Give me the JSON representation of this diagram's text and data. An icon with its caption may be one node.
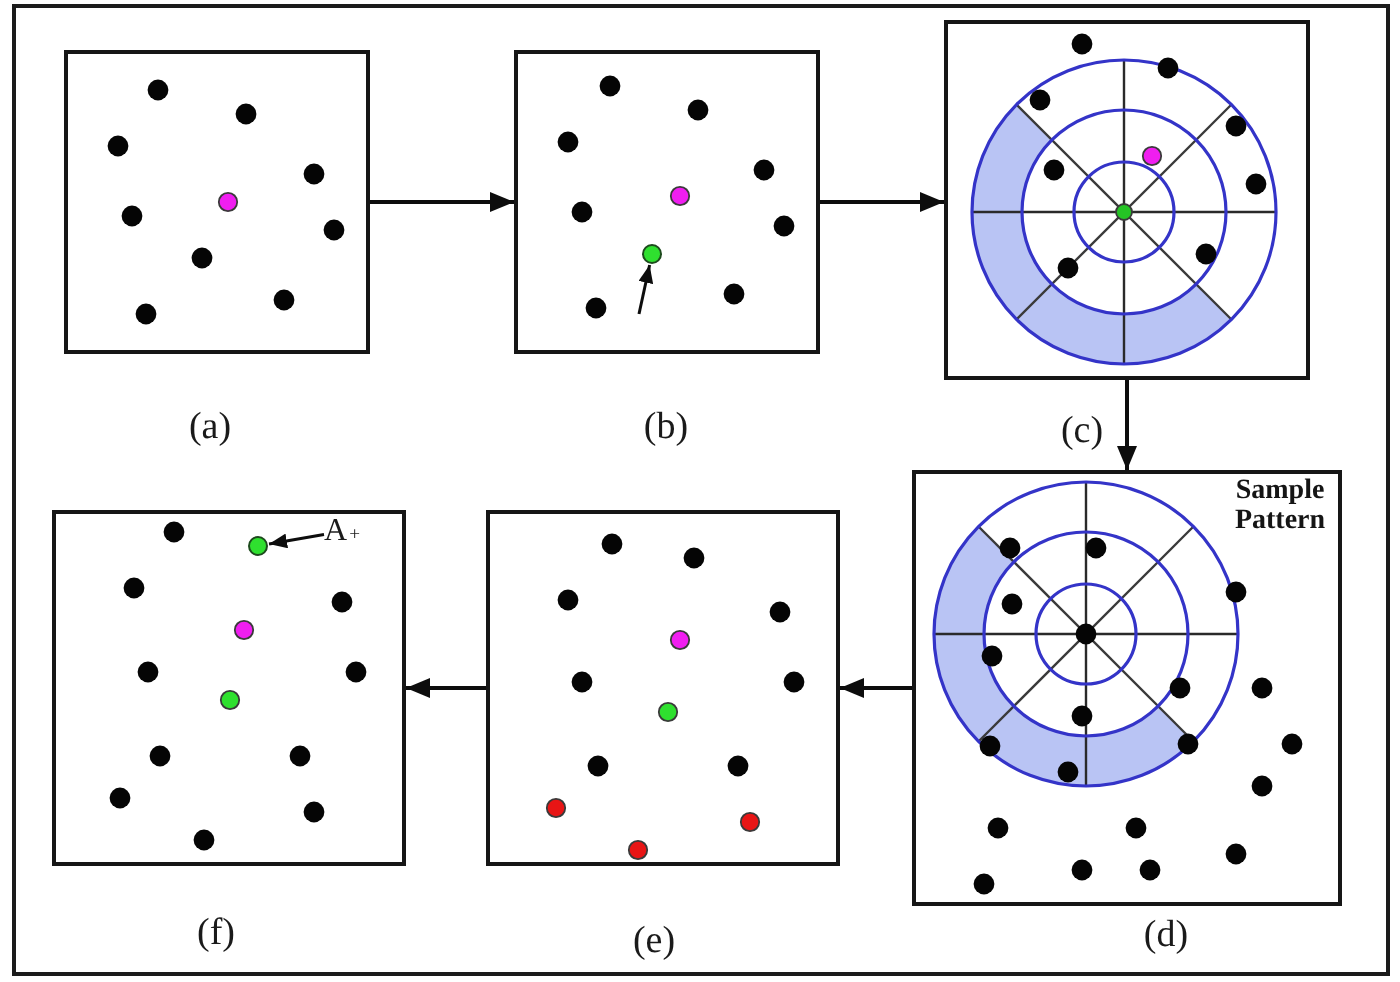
{
  "diagram": {
    "nodes": [
      {
        "text": [],
        "shape": "box",
        "beside": [
          "(a)"
        ]
      },
      {
        "text": [],
        "shape": "box",
        "beside": [
          "(b)"
        ]
      },
      {
        "text": [],
        "shape": "circle",
        "in": 1
      },
      {
        "text": [],
        "shape": "box",
        "beside": [
          "(c)"
        ]
      },
      {
        "text": [
          "Sample Pattern"
        ],
        "beside": [
          "(d)"
        ]
      },
      {
        "text": [],
        "shape": "box",
        "beside": [
          "(f)"
        ]
      },
      {
        "text": [],
        "shape": "circle",
        "in": 5
      },
      {
        "text": [
          "A$_{+}$"
        ],
        "in": 5
      },
      {
        "text": [],
        "shape": "box",
        "beside": [
          "(e)"
        ]
      }
    ],
    "edges": [
      {
        "from": 0,
        "to": 1,
        "arrow": "to"
      },
      {
        "from": 1,
        "to": 3,
        "arrow": "to"
      },
      {
        "from": 3,
        "to": 4,
        "arrow": "to"
      },
      {
        "from": 4,
        "to": 8,
        "arrow": "to"
      },
      {
        "from": 8,
        "to": 5,
        "arrow": "to"
      },
      {
        "from": null,
        "to": 2,
        "arrow": "to"
      },
      {
        "from": 7,
        "to": 6,
        "arrow": "to"
      }
    ]
  }
}
